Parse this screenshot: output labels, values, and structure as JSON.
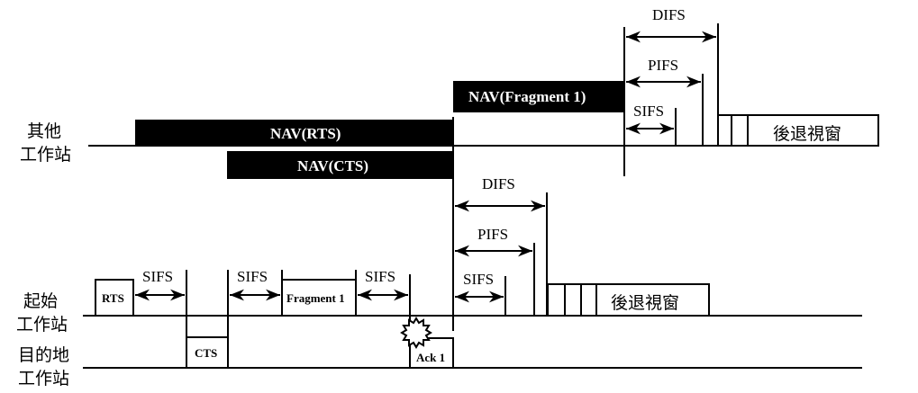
{
  "stations": {
    "other": [
      "其他",
      "工作站"
    ],
    "source": [
      "起始",
      "工作站"
    ],
    "destination": [
      "目的地",
      "工作站"
    ]
  },
  "nav": {
    "rts": "NAV(RTS)",
    "cts": "NAV(CTS)",
    "fragment": "NAV(Fragment 1)"
  },
  "frames": {
    "rts": "RTS",
    "cts": "CTS",
    "fragment": "Fragment 1",
    "ack": "Ack 1"
  },
  "intervals": {
    "sifs": "SIFS",
    "pifs": "PIFS",
    "difs": "DIFS"
  },
  "backoff_label": "後退視窗"
}
